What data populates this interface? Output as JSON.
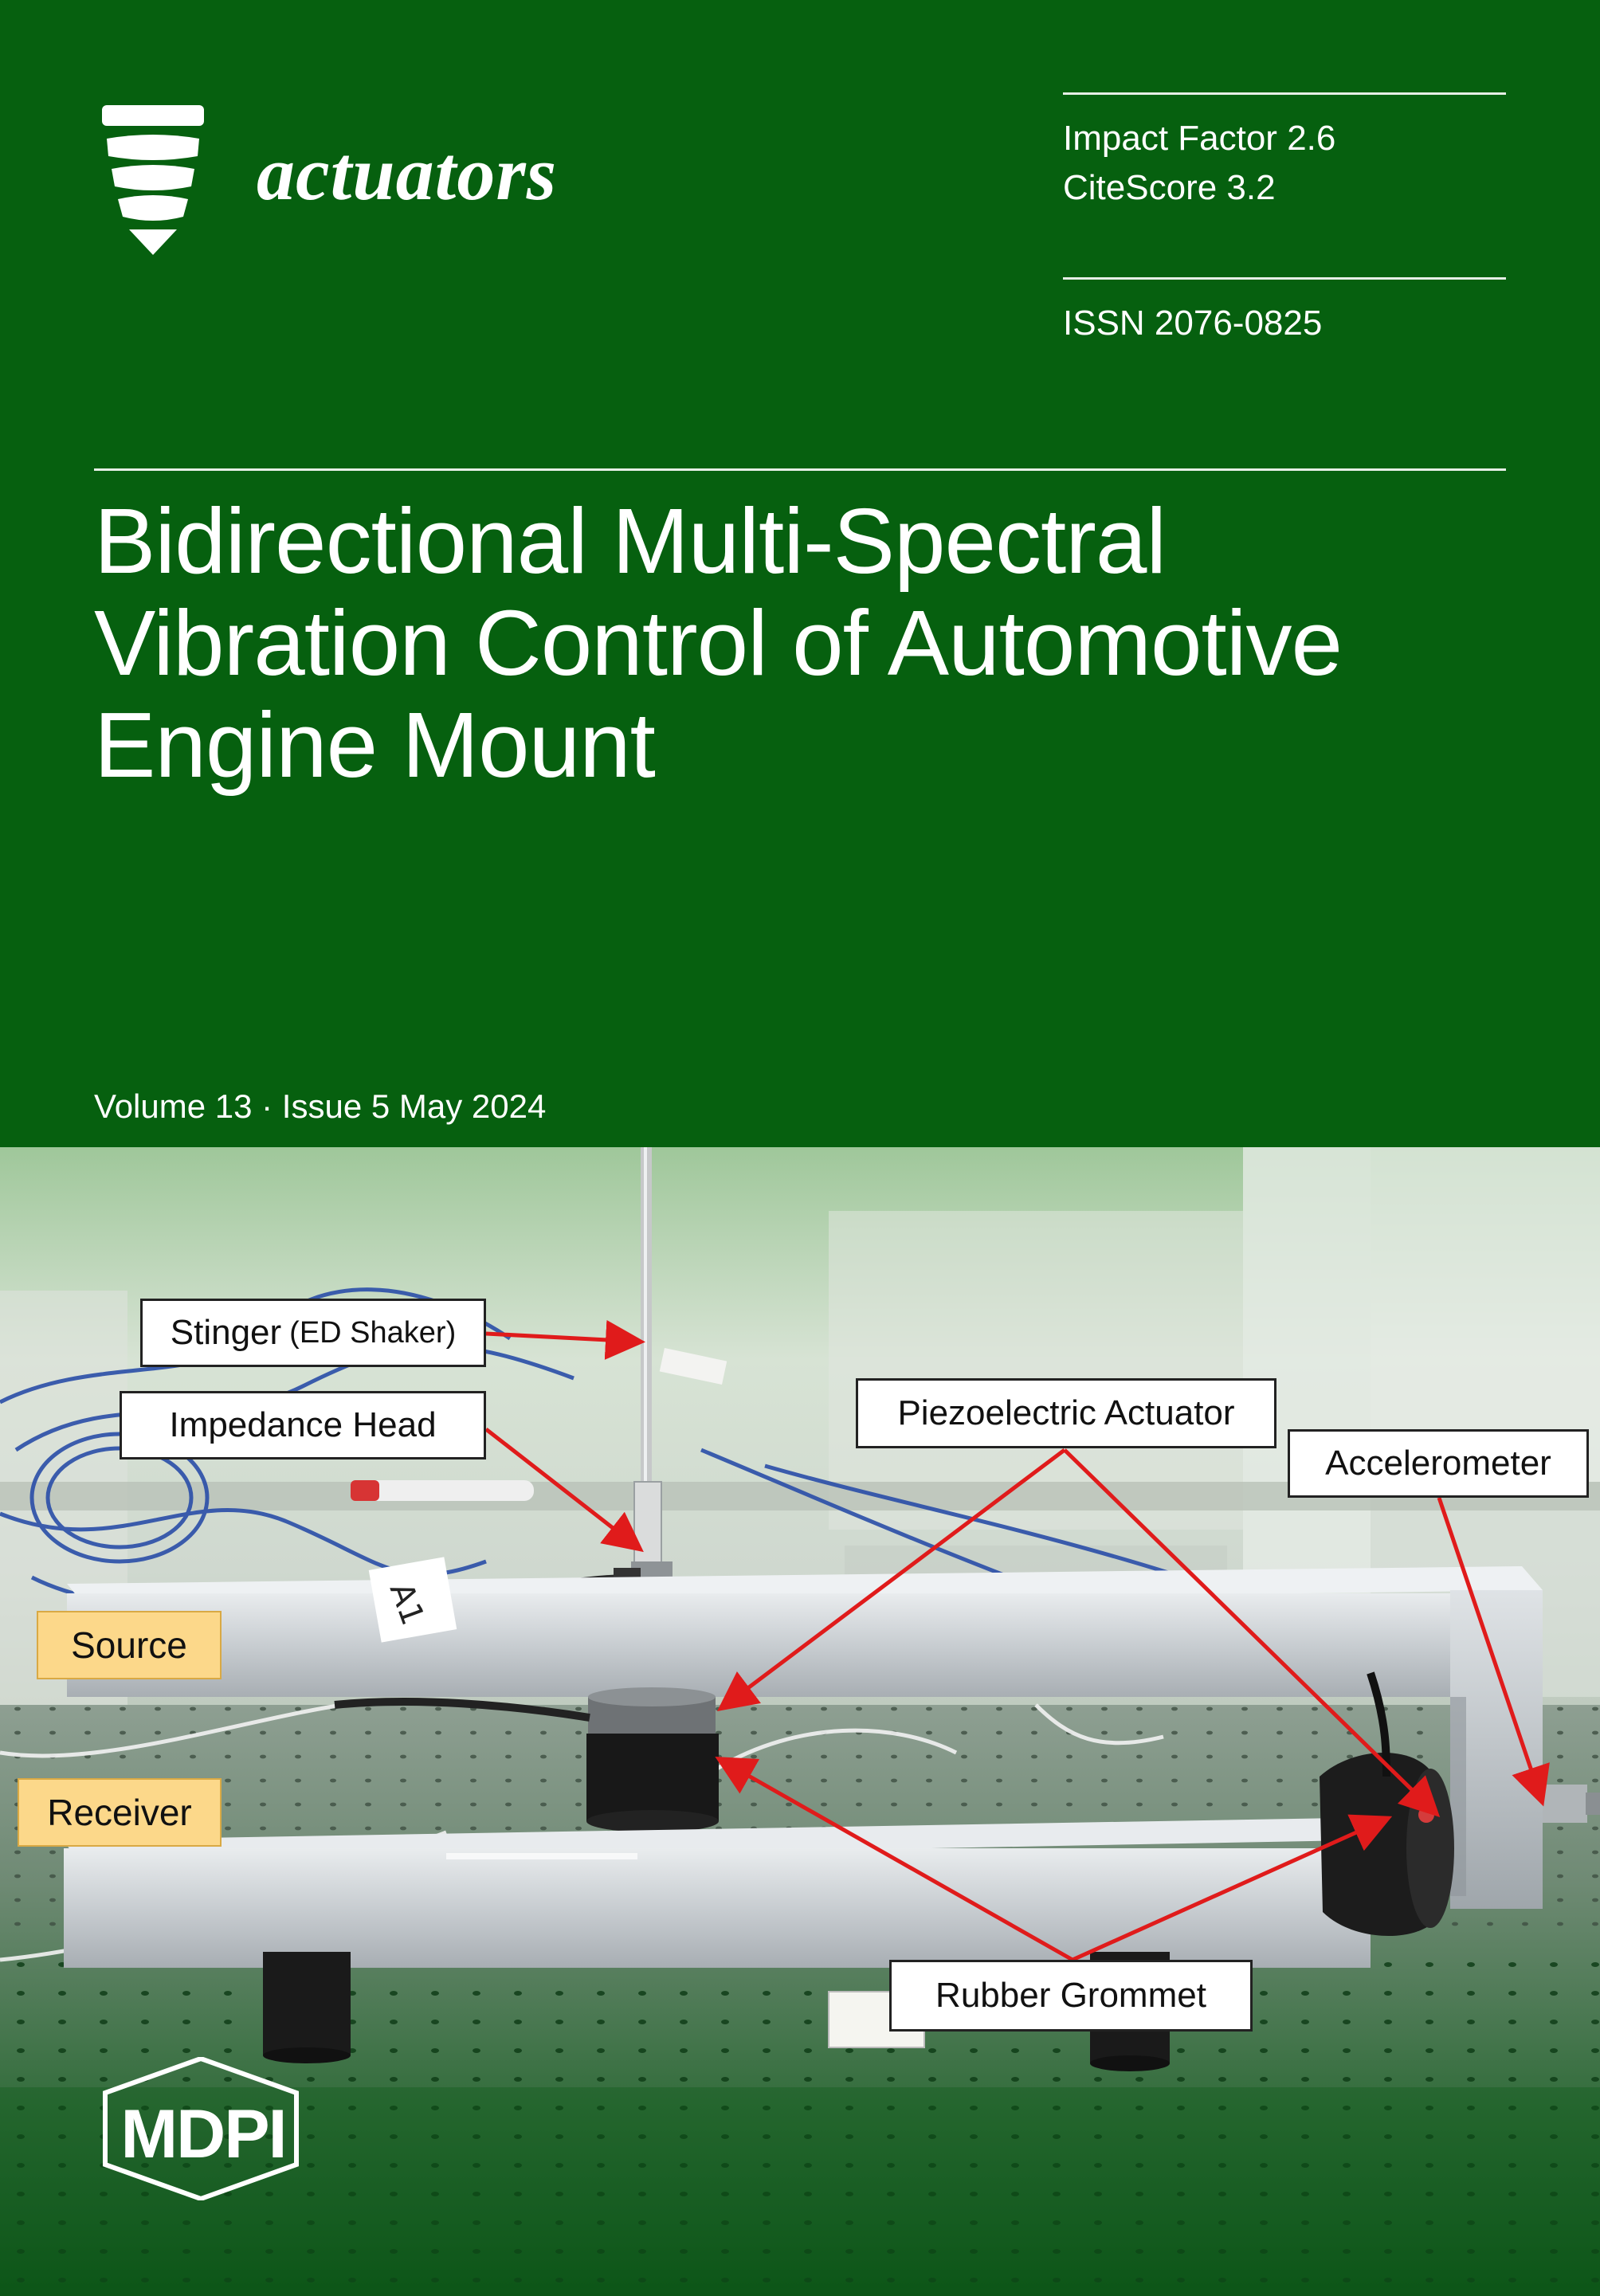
{
  "journal": {
    "name": "actuators",
    "impact_factor": "Impact Factor 2.6",
    "citescore": "CiteScore 3.2",
    "issn": "ISSN 2076-0825"
  },
  "article": {
    "title_lines": [
      "Bidirectional Multi-Spectral",
      "Vibration Control of Automotive",
      "Engine Mount"
    ]
  },
  "issue": {
    "volume_line": "Volume 13 · Issue 5 May 2024"
  },
  "photo": {
    "callouts": {
      "stinger_main": "Stinger",
      "stinger_sub": "(ED Shaker)",
      "impedance_head": "Impedance Head",
      "piezo_actuator": "Piezoelectric Actuator",
      "accelerometer": "Accelerometer",
      "rubber_grommet": "Rubber Grommet"
    },
    "tags": {
      "source": "Source",
      "receiver": "Receiver"
    },
    "sticker_text": "A1"
  },
  "publisher": {
    "name": "MDPI"
  },
  "colors": {
    "cover_green": "#06600f",
    "arrow_red": "#e01b1b",
    "tag_yellow": "#fcd88a"
  }
}
